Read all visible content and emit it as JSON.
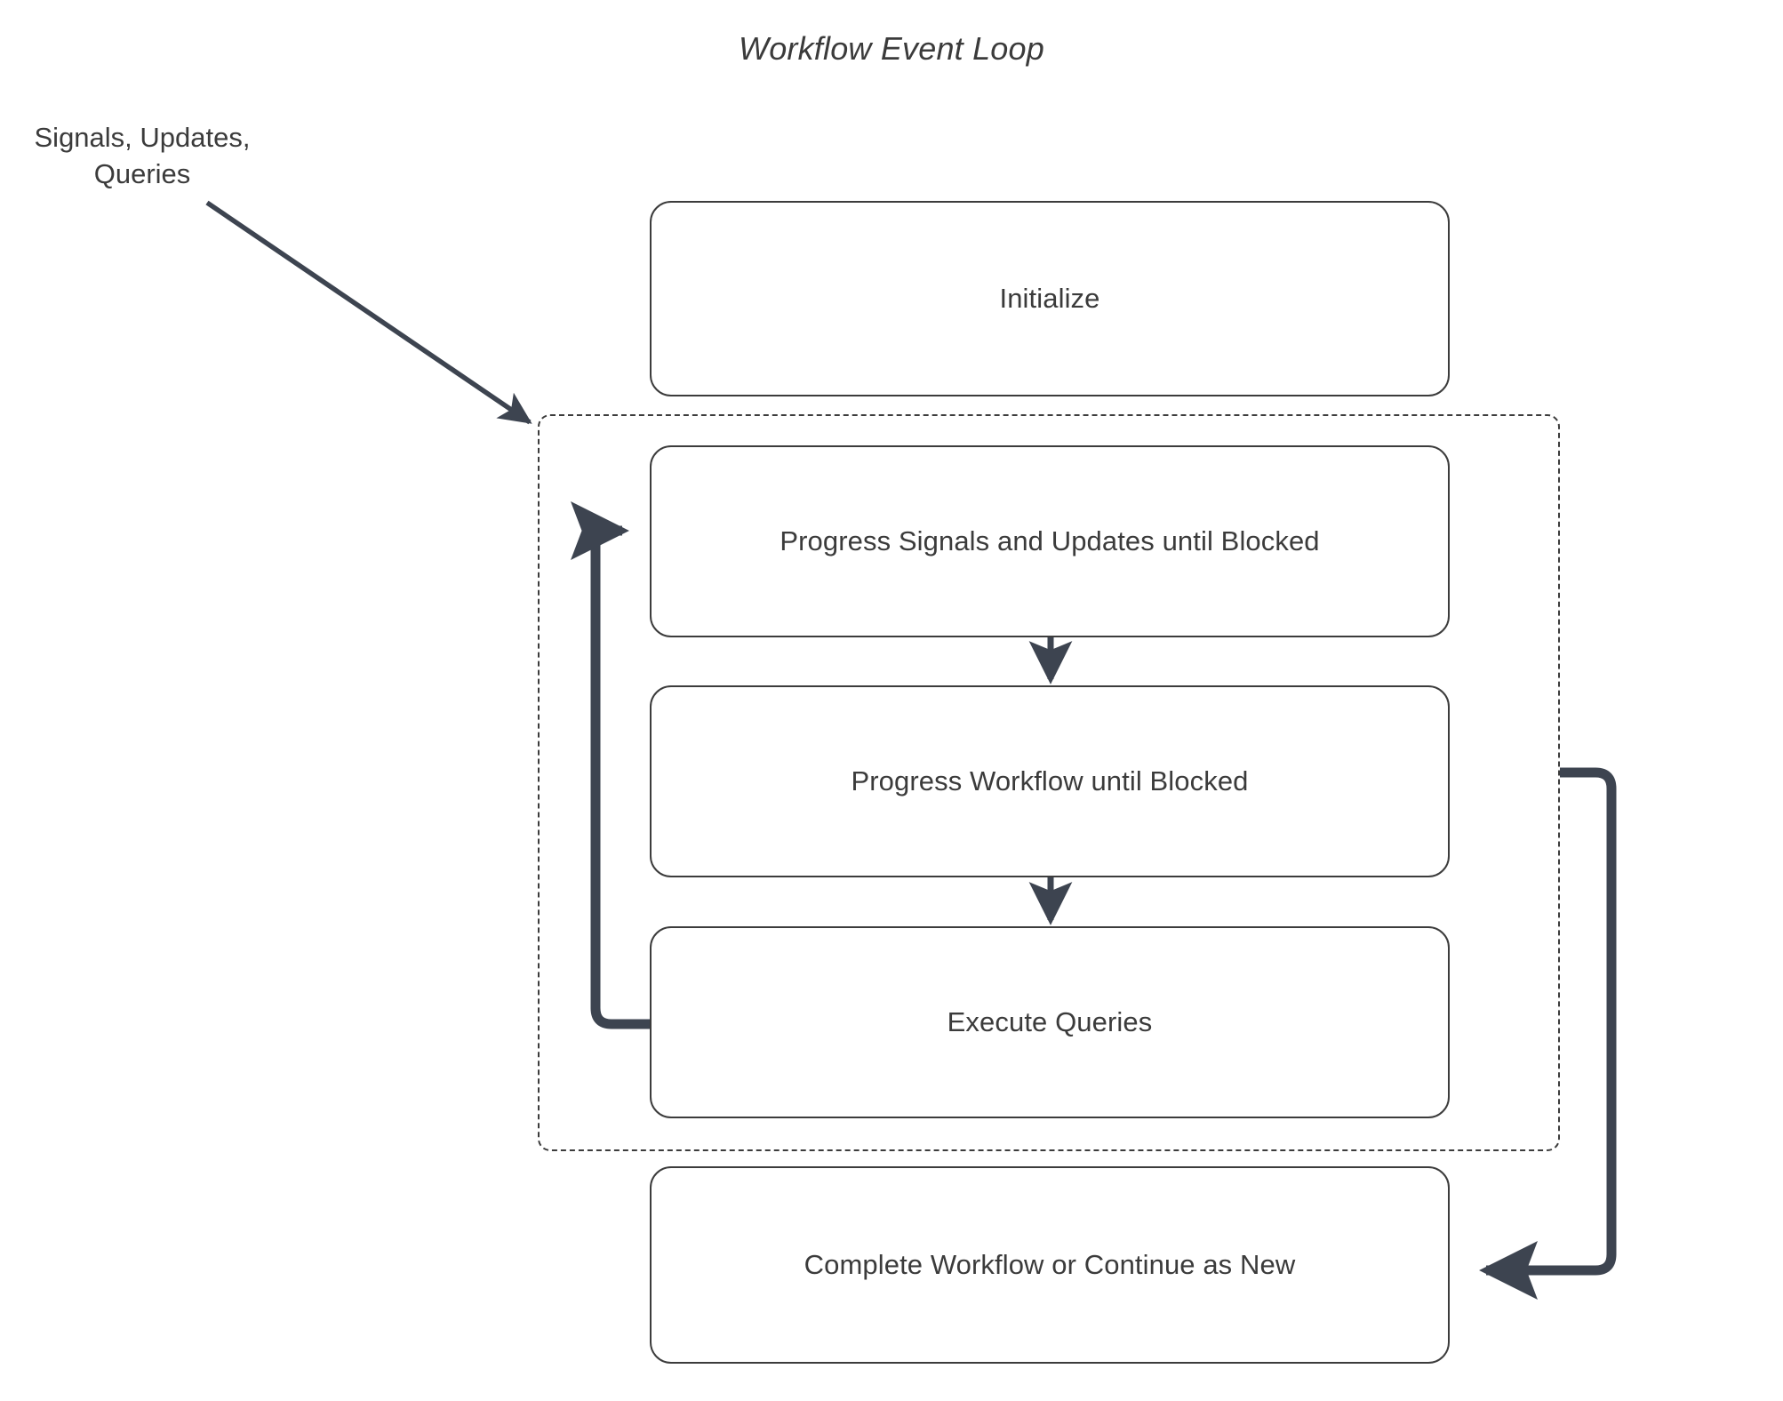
{
  "diagram": {
    "title": "Workflow Event Loop",
    "external_input_label": "Signals, Updates,\nQueries",
    "colors": {
      "node_border": "#3c3c3c",
      "node_fill": "#ffffff",
      "text": "#3b3b3b",
      "connector": "#3d4450",
      "group_border": "#3c3c3c",
      "background": "#ffffff"
    },
    "nodes": [
      {
        "id": "initialize",
        "label": "Initialize"
      },
      {
        "id": "progress-signals-updates",
        "label": "Progress Signals and Updates until Blocked"
      },
      {
        "id": "progress-workflow",
        "label": "Progress Workflow until Blocked"
      },
      {
        "id": "execute-queries",
        "label": "Execute Queries"
      },
      {
        "id": "complete-or-continue",
        "label": "Complete Workflow or Continue as New"
      }
    ],
    "group": {
      "id": "event-loop-group",
      "style": "dashed",
      "label": ""
    },
    "edges": [
      {
        "id": "external-to-loop",
        "from": "Signals, Updates, Queries",
        "to": "event-loop-group",
        "label": ""
      },
      {
        "id": "signals-to-workflow",
        "from": "Progress Signals and Updates until Blocked",
        "to": "Progress Workflow until Blocked",
        "label": ""
      },
      {
        "id": "workflow-to-queries",
        "from": "Progress Workflow until Blocked",
        "to": "Execute Queries",
        "label": ""
      },
      {
        "id": "queries-back-to-signals",
        "from": "Execute Queries",
        "to": "Progress Signals and Updates until Blocked",
        "label": ""
      },
      {
        "id": "loop-to-complete",
        "from": "event-loop-group",
        "to": "Complete Workflow or Continue as New",
        "label": ""
      }
    ]
  }
}
